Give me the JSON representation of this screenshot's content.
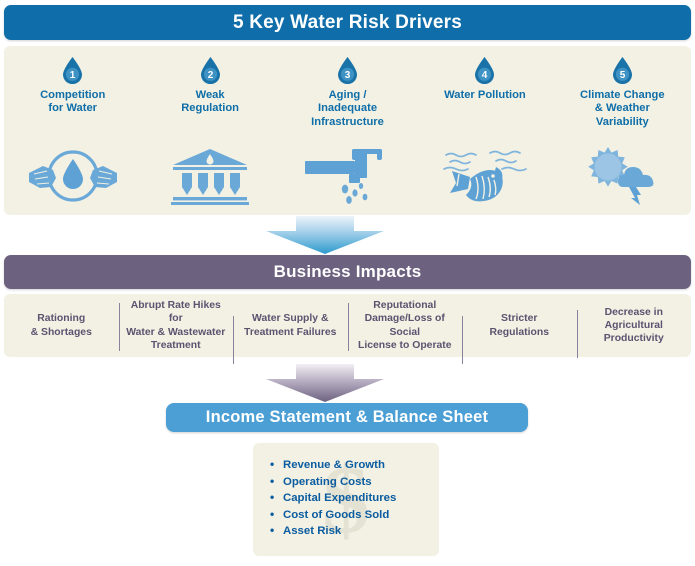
{
  "title": {
    "text": "5 Key Water Risk Drivers",
    "bar_color": "#0f6ea9"
  },
  "drivers": {
    "items": [
      {
        "number": "1",
        "label": "Competition\nfor Water",
        "icon": "hands-reaching-water-drop-icon"
      },
      {
        "number": "2",
        "label": "Weak\nRegulation",
        "icon": "government-building-icon"
      },
      {
        "number": "3",
        "label": "Aging /\nInadequate\nInfrastructure",
        "icon": "leaking-faucet-icon"
      },
      {
        "number": "4",
        "label": "Water Pollution",
        "icon": "dead-fish-in-water-icon"
      },
      {
        "number": "5",
        "label": "Climate Change\n& Weather\nVariability",
        "icon": "sun-cloud-lightning-icon"
      }
    ],
    "label_color": "#0f6ea9",
    "drop_color": "#1a73a8",
    "icon_color": "#6aa8d8",
    "panel_color": "#f2f1e3"
  },
  "arrow_1": {
    "name": "blue-down-arrow",
    "gradient_top": "#eef4fa",
    "gradient_bottom": "#2f9ed0"
  },
  "impacts": {
    "heading": "Business Impacts",
    "bar_color": "#6d6180",
    "text_color": "#5d5270",
    "items": [
      {
        "label": "Rationing\n& Shortages"
      },
      {
        "label": "Abrupt Rate Hikes for\nWater & Wastewater\nTreatment"
      },
      {
        "label": "Water Supply &\nTreatment Failures"
      },
      {
        "label": "Reputational\nDamage/Loss of Social\nLicense to Operate"
      },
      {
        "label": "Stricter\nRegulations"
      },
      {
        "label": "Decrease in\nAgricultural\nProductivity"
      }
    ]
  },
  "arrow_2": {
    "name": "purple-down-arrow",
    "gradient_top": "#f0eef2",
    "gradient_bottom": "#6d6180"
  },
  "financials": {
    "heading": "Income Statement & Balance Sheet",
    "bar_color": "#4c9fd4",
    "watermark": "$",
    "text_color": "#0b5ca0",
    "items": [
      {
        "label": "Revenue & Growth"
      },
      {
        "label": "Operating Costs"
      },
      {
        "label": "Capital Expenditures"
      },
      {
        "label": "Cost of Goods Sold"
      },
      {
        "label": "Asset Risk"
      }
    ]
  }
}
